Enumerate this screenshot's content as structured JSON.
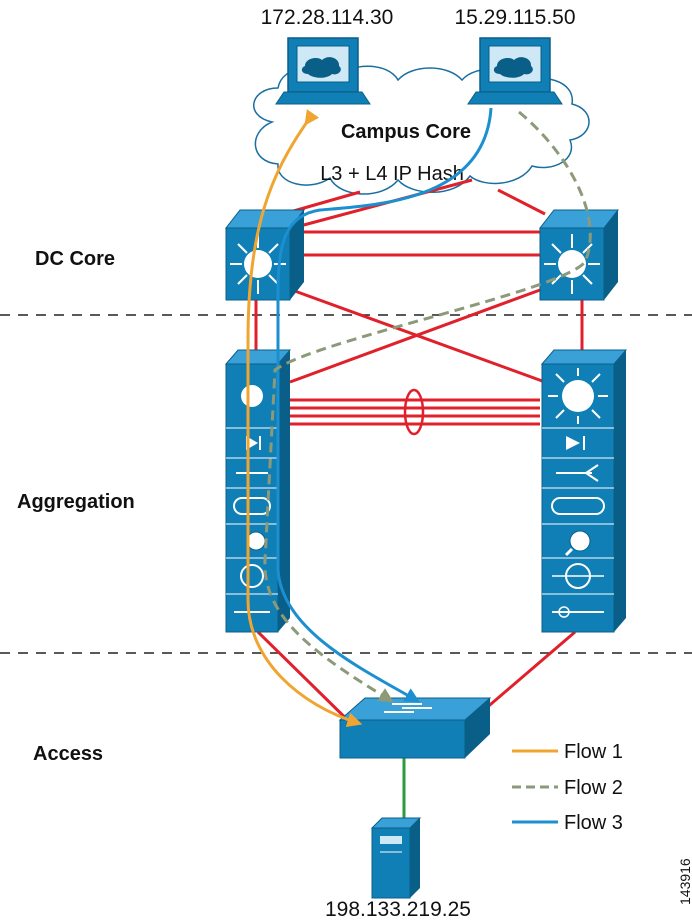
{
  "hosts": {
    "client_a_ip": "172.28.114.30",
    "client_b_ip": "15.29.115.50",
    "server_ip": "198.133.219.25"
  },
  "cloud": {
    "title": "Campus Core",
    "subtitle": "L3 + L4 IP Hash"
  },
  "layers": {
    "dc_core": "DC Core",
    "aggregation": "Aggregation",
    "access": "Access"
  },
  "legend": [
    {
      "label": "Flow 1",
      "color": "#f0a530",
      "style": "solid"
    },
    {
      "label": "Flow 2",
      "color": "#8c9a7a",
      "style": "dashed"
    },
    {
      "label": "Flow 3",
      "color": "#1b8fd0",
      "style": "solid"
    }
  ],
  "colors": {
    "device": "#0f7fb5",
    "device_dark": "#0a5f88",
    "link": "#e0202a",
    "server_link": "#2c9b3f"
  },
  "figure_id": "143916"
}
